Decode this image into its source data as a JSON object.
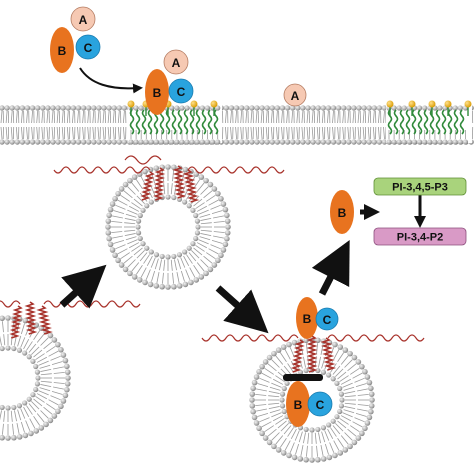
{
  "proteins": {
    "a": "A",
    "b": "B",
    "c": "C"
  },
  "lipids": {
    "pip3": "PI-3,4,5-P3",
    "pip2": "PI-3,4-P2"
  },
  "colors": {
    "a_fill": "#f6c9b3",
    "b_fill": "#e8731f",
    "c_fill": "#29a3de",
    "pip3_fill": "#a9d37c",
    "pip2_fill": "#d99ac6",
    "lipid_head": "#a9a9a9",
    "helix": "#a8322b",
    "green_chain": "#2f8a3a",
    "yellow_head": "#f2b51c"
  }
}
